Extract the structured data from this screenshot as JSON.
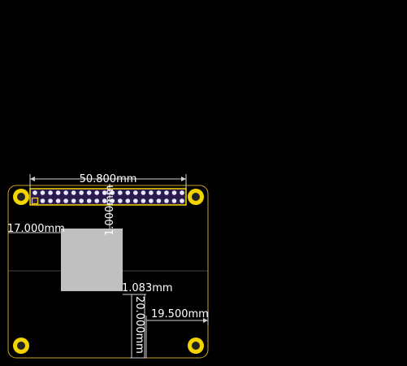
{
  "dimensions": {
    "header_width": "50.800mm",
    "header_offset": "1.000mm",
    "left_offset": "17.000mm",
    "gap": "1.083mm",
    "height": "20.000mm",
    "right_offset": "19.500mm"
  },
  "header": {
    "pins_per_row": 20,
    "rows": 2
  },
  "colors": {
    "background": "#000000",
    "board_outline": "#c9a227",
    "pad_fill": "#f2d400",
    "pin_pad": "#e8e8ff",
    "header_body": "#2b1a4d",
    "component_fill": "#c0c0c0",
    "dimension_line": "#cfcfcf",
    "text": "#ffffff"
  },
  "icons": [
    "mounting-hole-icon",
    "pin-header-icon",
    "square-pin-icon"
  ]
}
